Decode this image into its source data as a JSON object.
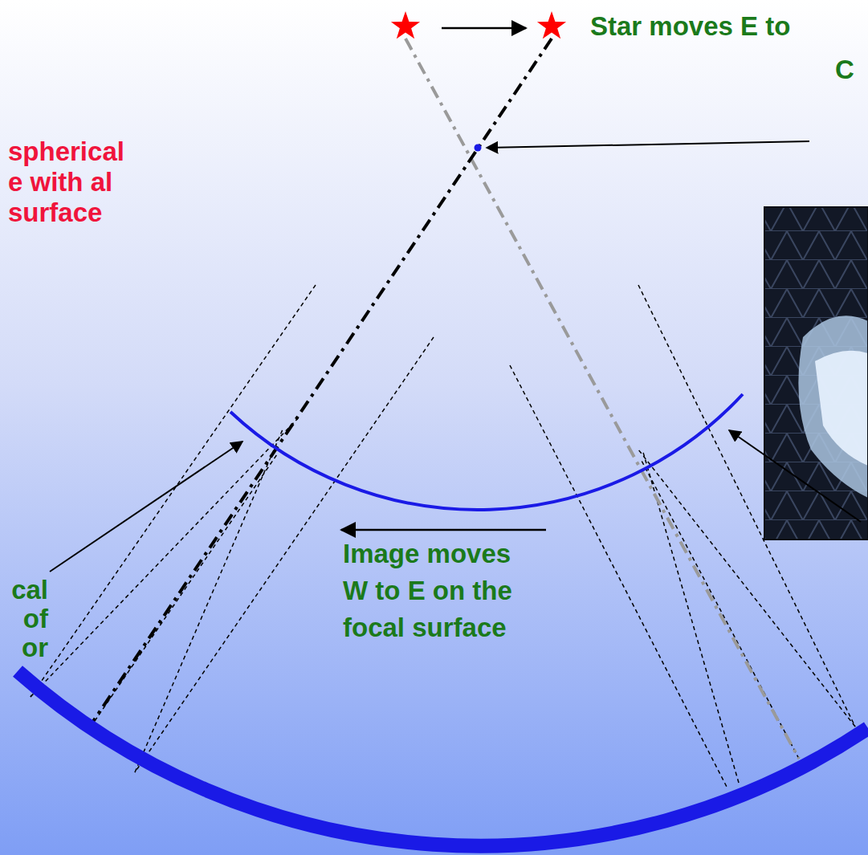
{
  "diagram": {
    "labels": [
      "Star moves E to",
      "C",
      "spherical e with al surface",
      "cal of or",
      "Image moves W to E on the focal surface"
    ]
  }
}
